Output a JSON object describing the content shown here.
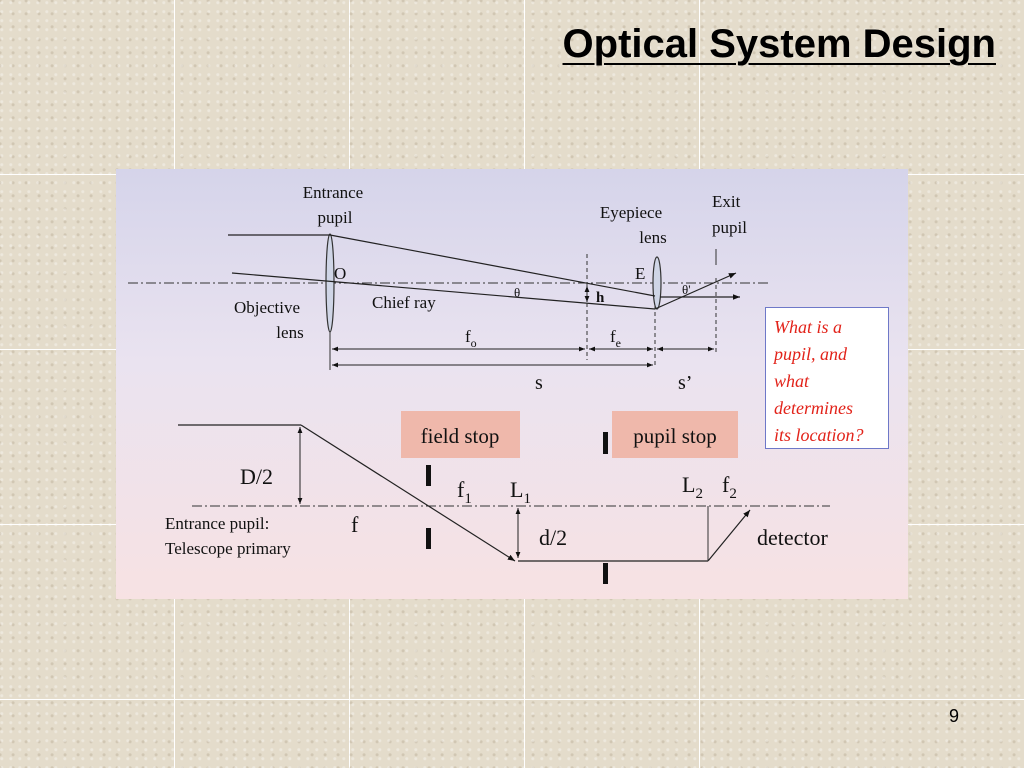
{
  "slide": {
    "title": "Optical System Design",
    "page_number": "9"
  },
  "top_diagram": {
    "entrance_pupil": [
      "Entrance",
      "pupil"
    ],
    "eyepiece_lens": [
      "Eyepiece",
      "lens"
    ],
    "exit_pupil": [
      "Exit",
      "pupil"
    ],
    "objective_lens": [
      "Objective",
      "lens"
    ],
    "chief_ray": "Chief ray",
    "point_o": "O",
    "point_e": "E",
    "theta": "θ",
    "theta_prime": "θ'",
    "h": "h",
    "f_o": {
      "base": "f",
      "sub": "o"
    },
    "f_e": {
      "base": "f",
      "sub": "e"
    },
    "s": "s",
    "s_prime": "s’"
  },
  "bottom_diagram": {
    "field_stop": "field stop",
    "pupil_stop": "pupil stop",
    "d_half_big": "D/2",
    "f1": {
      "base": "f",
      "sub": "1"
    },
    "l1": {
      "base": "L",
      "sub": "1"
    },
    "l2": {
      "base": "L",
      "sub": "2"
    },
    "f2": {
      "base": "f",
      "sub": "2"
    },
    "f": "f",
    "d_half_small": "d/2",
    "entrance_pupil_label": [
      "Entrance pupil:",
      "Telescope primary"
    ],
    "detector": "detector"
  },
  "note": {
    "lines": [
      "What is a",
      "pupil, and",
      "what",
      "determines",
      "its location?"
    ]
  },
  "colors": {
    "stop_box": "#efb8ab",
    "note_text": "#e2231a",
    "note_border": "#6e78c8"
  }
}
